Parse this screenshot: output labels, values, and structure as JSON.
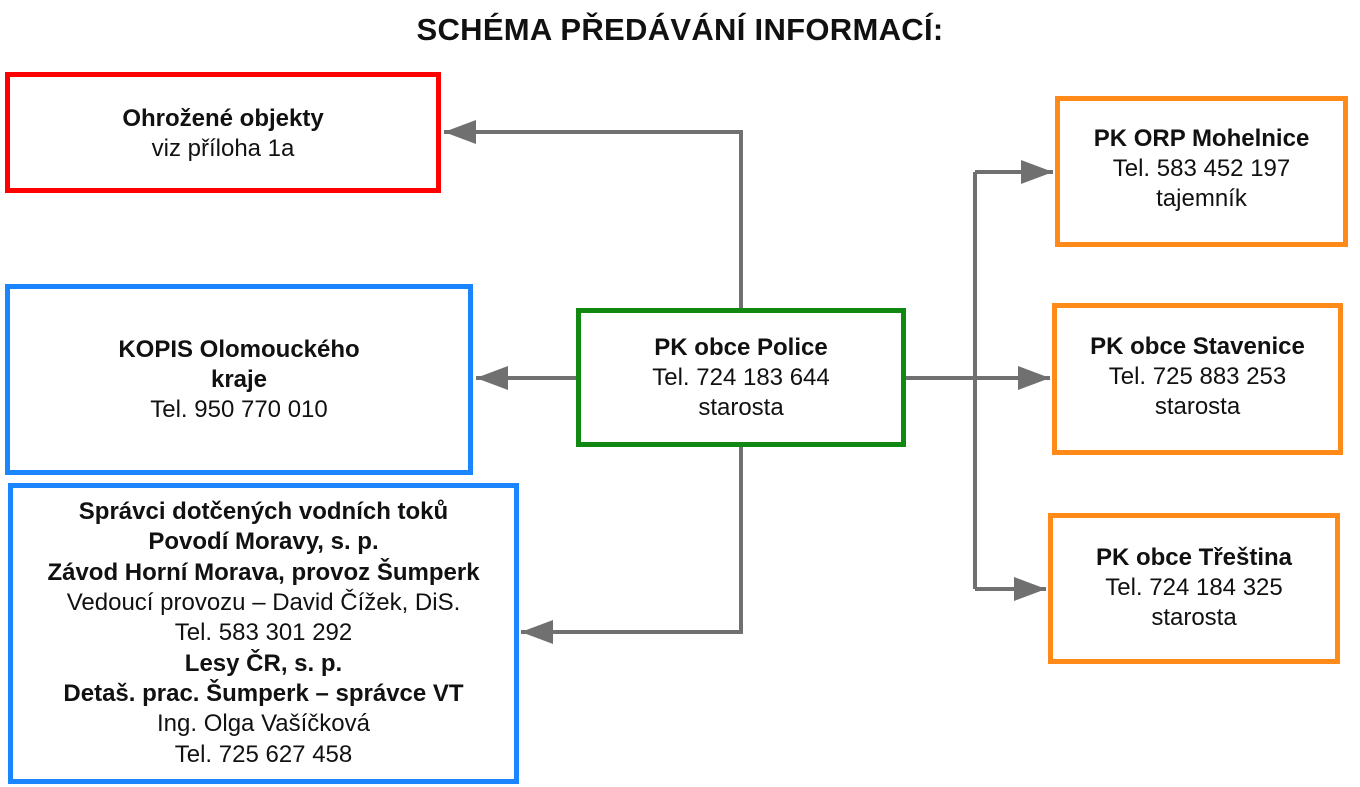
{
  "title": "SCHÉMA PŘEDÁVÁNÍ INFORMACÍ:",
  "colors": {
    "red": "#ff0000",
    "blue": "#1a85ff",
    "green": "#118811",
    "orange": "#ff8a1a",
    "connector": "#707070"
  },
  "center": {
    "name": "PK obce Police",
    "phone": "Tel. 724 183 644",
    "role": "starosta"
  },
  "threatened": {
    "name": "Ohrožené objekty",
    "note": "viz příloha 1a"
  },
  "kopis": {
    "name_line1": "KOPIS Olomouckého",
    "name_line2": "kraje",
    "phone": "Tel. 950 770 010"
  },
  "water": {
    "heading": "Správci dotčených vodních toků",
    "org1": "Povodí Moravy, s. p.",
    "org1_unit": "Závod Horní Morava, provoz Šumperk",
    "org1_contact": "Vedoucí provozu – David Čížek, DiS.",
    "org1_phone": "Tel. 583 301 292",
    "org2": "Lesy ČR, s. p.",
    "org2_unit": "Detaš. prac. Šumperk – správce VT",
    "org2_contact": "Ing. Olga Vašíčková",
    "org2_phone": "Tel. 725 627 458"
  },
  "orp": {
    "name": "PK ORP Mohelnice",
    "phone": "Tel. 583 452 197",
    "role": "tajemník"
  },
  "stavenice": {
    "name": "PK obce Stavenice",
    "phone": "Tel. 725 883 253",
    "role": "starosta"
  },
  "trestina": {
    "name": "PK obce Třeština",
    "phone": "Tel. 724 184 325",
    "role": "starosta"
  }
}
